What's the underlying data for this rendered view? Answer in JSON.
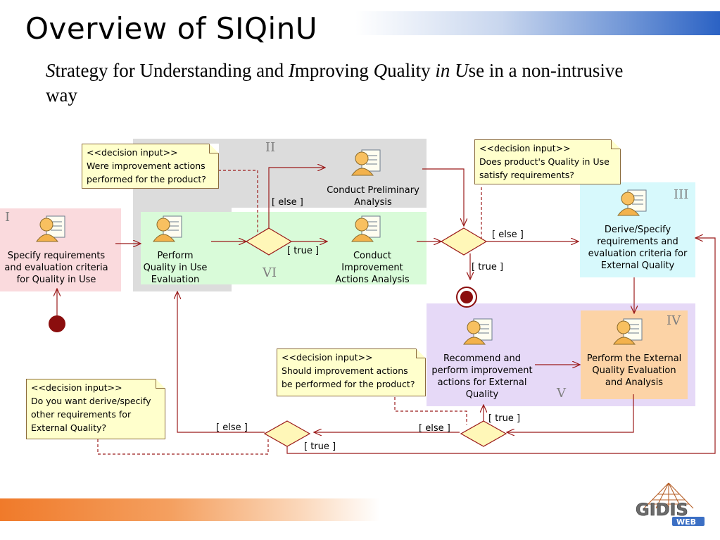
{
  "slide": {
    "title": "Overview of SIQinU",
    "subtitle_parts": [
      {
        "text": "S",
        "italic": true
      },
      {
        "text": "trategy for Understanding and ",
        "italic": false
      },
      {
        "text": "I",
        "italic": true
      },
      {
        "text": "mproving ",
        "italic": false
      },
      {
        "text": "Q",
        "italic": true
      },
      {
        "text": "uality ",
        "italic": false
      },
      {
        "text": "in U",
        "italic": true
      },
      {
        "text": "se in a non-intrusive way",
        "italic": false
      }
    ]
  },
  "regions": {
    "I": "I",
    "II": "II",
    "III": "III",
    "IV": "IV",
    "V": "V",
    "VI": "VI"
  },
  "activities": {
    "specify": "Specify requirements and evaluation criteria for Quality in Use",
    "perform_qiu": "Perform Quality in Use Evaluation",
    "preliminary": "Conduct Preliminary Analysis",
    "improvement": "Conduct Improvement Actions Analysis",
    "derive": "Derive/Specify requirements and evaluation criteria for External Quality",
    "perform_eq": "Perform the External Quality Evaluation and Analysis",
    "recommend": "Recommend and perform improvement actions for External Quality"
  },
  "notes": {
    "note1": {
      "stereotype": "<<decision input>>",
      "lines": [
        "Were improvement actions",
        "performed for the product?"
      ]
    },
    "note2": {
      "stereotype": "<<decision input>>",
      "lines": [
        "Does product's Quality in Use",
        "satisfy requirements?"
      ]
    },
    "note3": {
      "stereotype": "<<decision input>>",
      "lines": [
        "Should improvement actions",
        "be performed for the product?"
      ]
    },
    "note4": {
      "stereotype": "<<decision input>>",
      "lines": [
        "Do you want derive/specify",
        "other requirements for",
        "External Quality?"
      ]
    }
  },
  "guards": {
    "else": "[ else ]",
    "true": "[ true ]"
  },
  "colors": {
    "region_I": "#fadadd",
    "region_II": "#dcdcdc",
    "region_VI": "#d9fbd9",
    "region_III": "#d7f9fc",
    "region_V": "#e6d9f7",
    "region_IV": "#fcd3a6",
    "arrow": "#9b1b1b",
    "decision_fill": "#fff7b8",
    "final_node": "#8b0e0e"
  },
  "logo": {
    "line1": "GIDIS",
    "line2": "WEB"
  }
}
